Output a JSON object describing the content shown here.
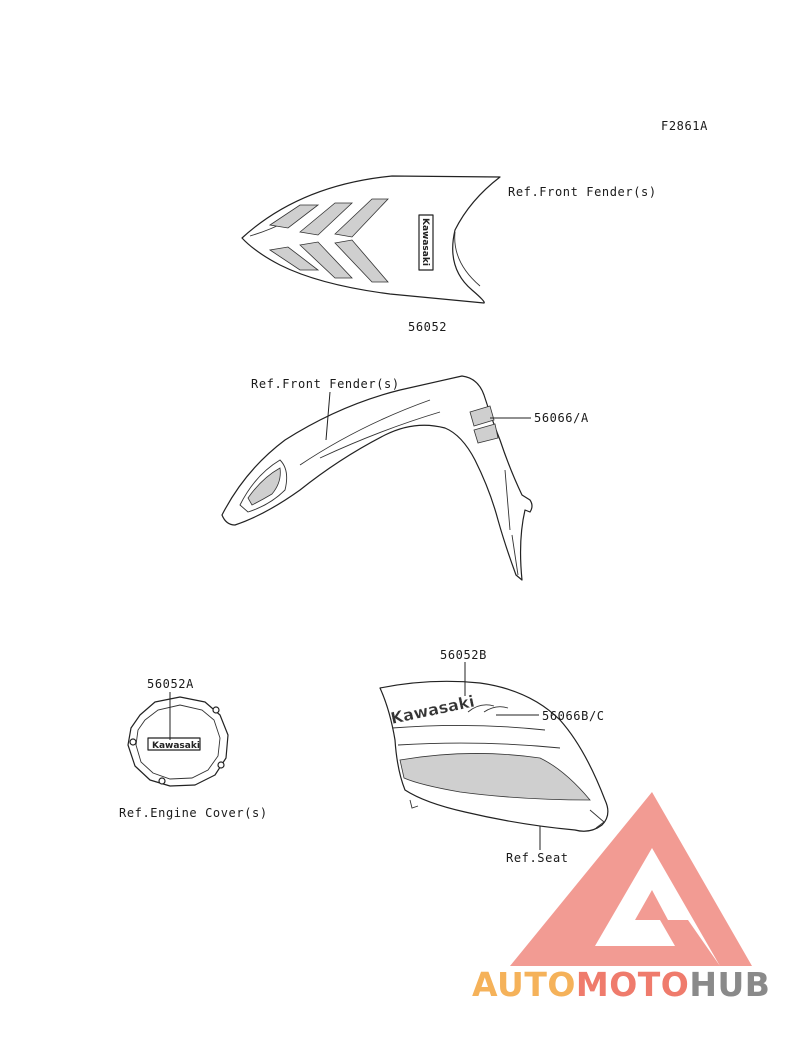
{
  "diagram_code": "F2861A",
  "labels": {
    "ref_front_fender_top": "Ref.Front Fender(s)",
    "part_56052": "56052",
    "ref_front_fender_side": "Ref.Front Fender(s)",
    "part_56066A": "56066/A",
    "part_56052A": "56052A",
    "ref_engine_cover": "Ref.Engine Cover(s)",
    "part_56052B": "56052B",
    "part_56066BC": "56066B/C",
    "ref_seat": "Ref.Seat"
  },
  "decal_text": "Kawasaki",
  "watermark": {
    "part1": "AUTO",
    "part2": "MOTO",
    "part3": "HUB",
    "color_auto": "#f5b25a",
    "color_moto": "#ef7b6c",
    "color_hub": "#8a8a8a",
    "color_logo": "#f08a80"
  }
}
